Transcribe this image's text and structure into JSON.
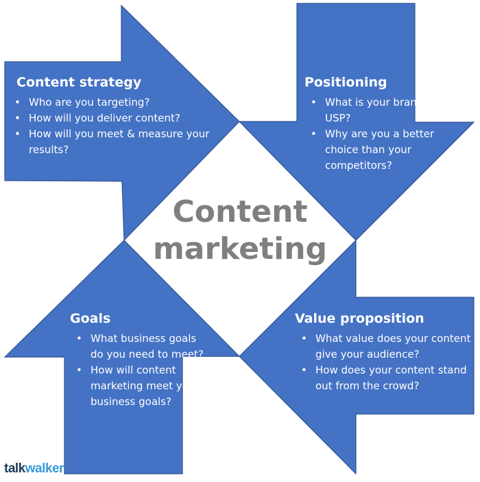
{
  "center": {
    "line1": "Content",
    "line2": "marketing"
  },
  "blocks": {
    "strategy": {
      "title": "Content strategy",
      "items": [
        "Who are you targeting?",
        "How will you deliver content?",
        "How will you meet & measure your results?"
      ]
    },
    "positioning": {
      "title": "Positioning",
      "items": [
        "What is your brand’s USP?",
        "Why are you a better choice than your competitors?"
      ]
    },
    "goals": {
      "title": "Goals",
      "items": [
        "What business goals do you need to meet?",
        "How will content marketing meet your business goals?"
      ]
    },
    "value": {
      "title": "Value proposition",
      "items": [
        "What value does your content give your audience?",
        "How does your content stand out from the crowd?"
      ]
    }
  },
  "logo": {
    "part1": "talk",
    "part2": "walker"
  },
  "colors": {
    "arrow_fill": "#4472C4",
    "arrow_stroke": "#2f528f",
    "center_text": "#7f7f7f"
  }
}
